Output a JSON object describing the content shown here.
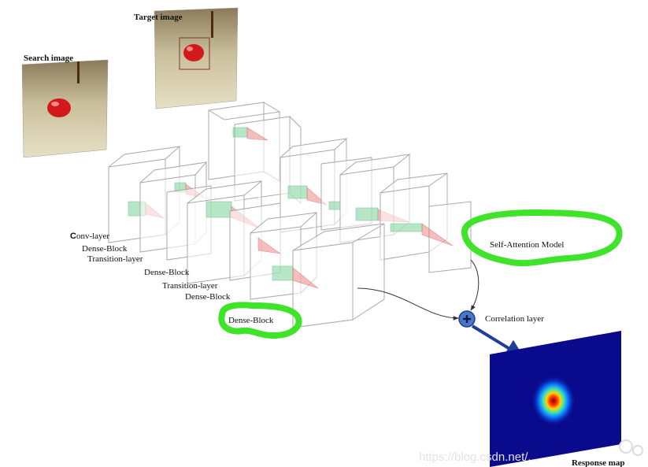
{
  "images": {
    "search_title": "Search image",
    "target_title": "Target image"
  },
  "layers": {
    "conv_initial": "C",
    "conv_rest": "onv-layer",
    "dense1": "Dense-Block",
    "transition1": "Transition-layer",
    "dense2": "Dense-Block",
    "transition2": "Transition-layer",
    "dense3": "Dense-Block",
    "dense4": "Dense-Block"
  },
  "modules": {
    "self_attention": "Self-Attention Model",
    "correlation": "Correlation layer",
    "response": "Response map"
  },
  "watermark": "https://blog.csdn.net/..."
}
